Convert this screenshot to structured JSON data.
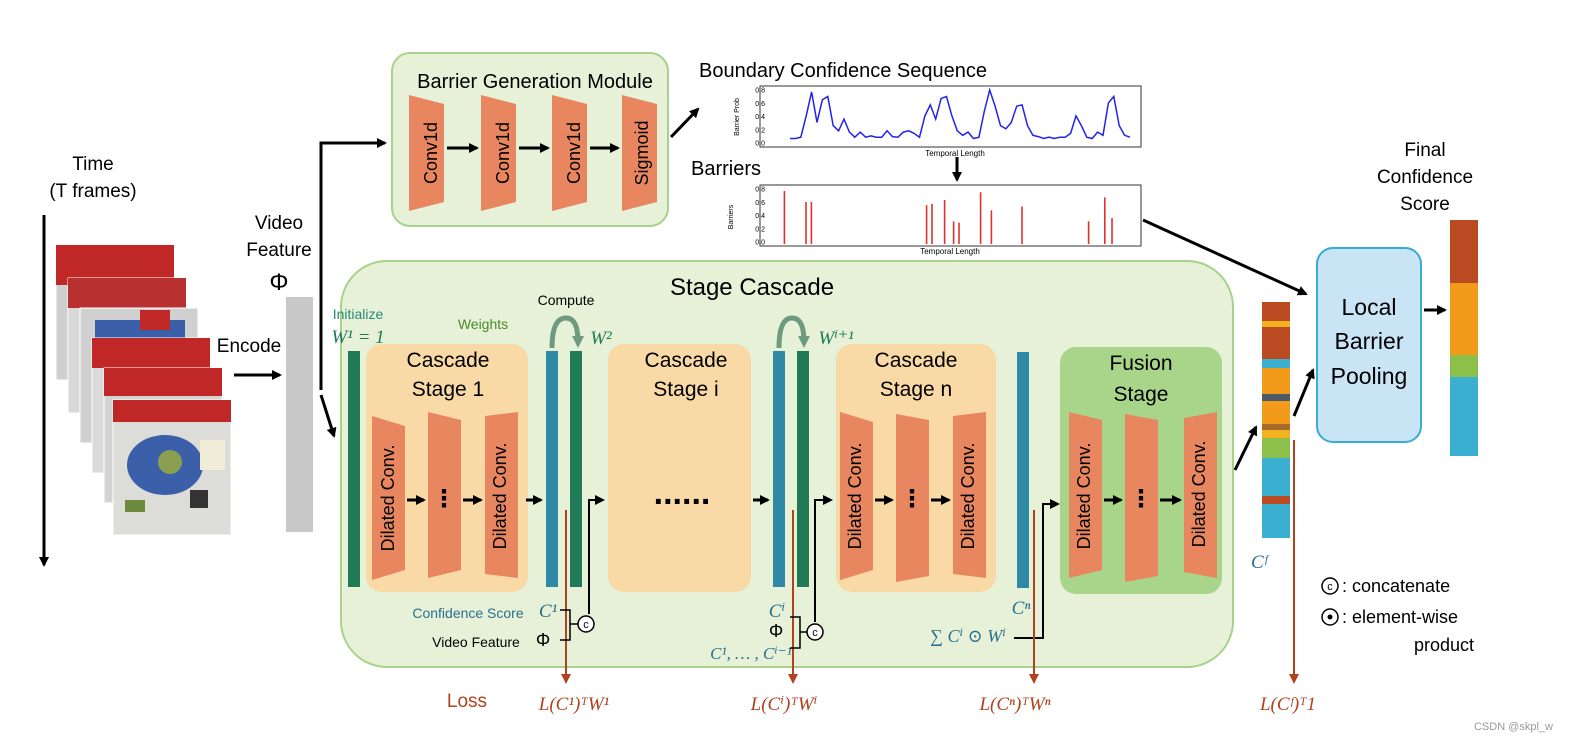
{
  "left": {
    "time_line1": "Time",
    "time_line2": "(T frames)",
    "encode": "Encode",
    "video_feature_line1": "Video",
    "video_feature_line2": "Feature",
    "phi": "Φ"
  },
  "bgm": {
    "title": "Barrier Generation Module",
    "blocks": [
      "Conv1d",
      "Conv1d",
      "Conv1d",
      "Sigmoid"
    ]
  },
  "boundary": {
    "title": "Boundary Confidence Sequence",
    "ylabel": "Barrier Prob",
    "xlabel": "Temporal Length",
    "ticks": [
      "0.8",
      "0.6",
      "0.4",
      "0.2",
      "0.0"
    ]
  },
  "barriers": {
    "title": "Barriers",
    "ylabel": "Barriers",
    "xlabel": "Temporal Length",
    "ticks": [
      "0.8",
      "0.6",
      "0.4",
      "0.2",
      "0.0"
    ]
  },
  "chart_data": [
    {
      "type": "line",
      "title": "Boundary Confidence Sequence",
      "xlabel": "Temporal Length",
      "ylabel": "Barrier Prob",
      "ylim": [
        0,
        0.85
      ],
      "series": [
        {
          "values": [
            0.1,
            0.1,
            0.12,
            0.45,
            0.82,
            0.35,
            0.7,
            0.75,
            0.3,
            0.22,
            0.4,
            0.2,
            0.12,
            0.2,
            0.12,
            0.14,
            0.12,
            0.12,
            0.22,
            0.13,
            0.12,
            0.2,
            0.22,
            0.18,
            0.12,
            0.45,
            0.62,
            0.4,
            0.72,
            0.75,
            0.45,
            0.22,
            0.15,
            0.2,
            0.1,
            0.12,
            0.52,
            0.85,
            0.6,
            0.3,
            0.25,
            0.35,
            0.6,
            0.62,
            0.3,
            0.15,
            0.13,
            0.1,
            0.12,
            0.1,
            0.12,
            0.12,
            0.18,
            0.45,
            0.3,
            0.12,
            0.1,
            0.2,
            0.15,
            0.65,
            0.75,
            0.3,
            0.15,
            0.12
          ]
        }
      ]
    },
    {
      "type": "bar",
      "title": "Barriers",
      "xlabel": "Temporal Length",
      "ylabel": "Barriers",
      "ylim": [
        0,
        0.85
      ],
      "positions": [
        0.04,
        0.1,
        0.115,
        0.435,
        0.45,
        0.485,
        0.51,
        0.525,
        0.585,
        0.615,
        0.7,
        0.885,
        0.93,
        0.95
      ],
      "values": [
        0.82,
        0.65,
        0.65,
        0.6,
        0.62,
        0.68,
        0.35,
        0.33,
        0.8,
        0.52,
        0.58,
        0.35,
        0.72,
        0.4
      ]
    }
  ],
  "stage_cascade": {
    "title": "Stage Cascade",
    "initialize": "Initialize",
    "w1": "W¹ = 1",
    "weights": "Weights",
    "compute": "Compute",
    "w2": "W²",
    "wi1": "Wⁱ⁺¹",
    "stages": [
      {
        "line1": "Cascade",
        "line2": "Stage 1"
      },
      {
        "line1": "Cascade",
        "line2": "Stage i"
      },
      {
        "line1": "Cascade",
        "line2": "Stage n"
      }
    ],
    "fusion_line1": "Fusion",
    "fusion_line2": "Stage",
    "dilated": "Dilated Conv.",
    "dots": "......",
    "vdots": "⋮",
    "confidence_score": "Confidence Score",
    "video_feature": "Video Feature",
    "c1": "C¹",
    "phi": "Φ",
    "ci": "Cⁱ",
    "c1_to_ci1": "C¹, … , Cⁱ⁻¹",
    "cn": "Cⁿ",
    "sum": "∑ Cⁱ ⊙ Wⁱ",
    "concat_symbol": "c"
  },
  "loss": {
    "label": "Loss",
    "l1": "L(C¹)ᵀW¹",
    "li": "L(Cⁱ)ᵀWⁱ",
    "ln": "L(Cⁿ)ᵀWⁿ",
    "lf": "L(Cᶠ)ᵀ1"
  },
  "right": {
    "cf": "Cᶠ",
    "pooling_line1": "Local",
    "pooling_line2": "Barrier",
    "pooling_line3": "Pooling",
    "final_line1": "Final",
    "final_line2": "Confidence",
    "final_line3": "Score"
  },
  "legend": {
    "concat": ": concatenate",
    "elem_line1": ": element-wise",
    "elem_line2": "product"
  },
  "watermark": "CSDN @skpl_w",
  "colors": {
    "orange_block": "#e8875f",
    "stage_bg": "#f9d9a6",
    "cascade_bg": "#e6f1d8",
    "cascade_border": "#a6d28a",
    "fusion_bg": "#a8d58a",
    "teal_bar": "#2f8aa6",
    "green_bar": "#1f7a55",
    "loss_red": "#b0421e",
    "pool_blue": "#c9e4f5"
  }
}
